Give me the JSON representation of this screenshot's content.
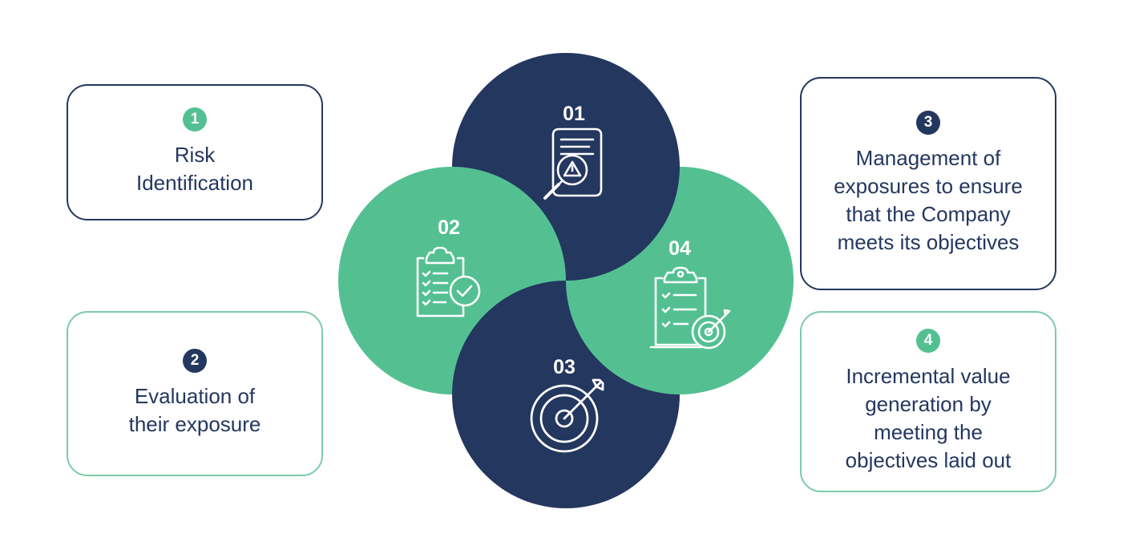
{
  "colors": {
    "navy": "#24375f",
    "green": "#54c092",
    "green_border": "#7ccaa7",
    "white": "#ffffff"
  },
  "circles": [
    {
      "number": "01",
      "color": "navy",
      "icon": "document-warning-magnifier-icon"
    },
    {
      "number": "02",
      "color": "green",
      "icon": "clipboard-checklist-check-icon"
    },
    {
      "number": "03",
      "color": "navy",
      "icon": "target-arrow-icon"
    },
    {
      "number": "04",
      "color": "green",
      "icon": "clipboard-target-icon"
    }
  ],
  "cards": [
    {
      "badge": "1",
      "text": "Risk\nIdentification",
      "badge_color": "green",
      "border_color": "navy"
    },
    {
      "badge": "2",
      "text": "Evaluation of\ntheir exposure",
      "badge_color": "navy",
      "border_color": "green"
    },
    {
      "badge": "3",
      "text": "Management of\nexposures to ensure\nthat the Company\nmeets its objectives",
      "badge_color": "navy",
      "border_color": "navy"
    },
    {
      "badge": "4",
      "text": "Incremental value\ngeneration by\nmeeting the\nobjectives laid out",
      "badge_color": "green",
      "border_color": "green"
    }
  ]
}
